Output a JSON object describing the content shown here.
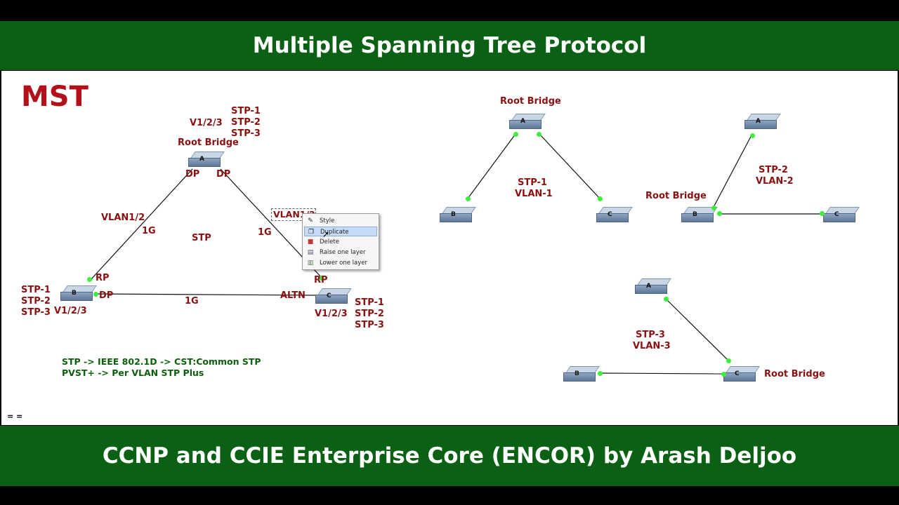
{
  "header": {
    "title": "Multiple Spanning Tree Protocol"
  },
  "footer": {
    "title": "CCNP and CCIE Enterprise Core (ENCOR) by Arash Deljoo"
  },
  "main": {
    "mst_label": "MST",
    "switches": {
      "a": "A",
      "b": "B",
      "c": "C"
    },
    "a_stp": [
      "STP-1",
      "STP-2",
      "STP-3"
    ],
    "a_vlans": "V1/2/3",
    "root_bridge": "Root Bridge",
    "dp": "DP",
    "rp": "RP",
    "altn": "ALTN",
    "link_ab_vlan": "VLAN1/2",
    "speed": "1G",
    "stp": "STP",
    "vlan_edit_value": "VLAN1/2",
    "b_stp": [
      "STP-1",
      "STP-2",
      "STP-3"
    ],
    "b_vlans": "V1/2/3",
    "c_stp": [
      "STP-1",
      "STP-2",
      "STP-3"
    ],
    "c_vlans": "V1/2/3",
    "notes": [
      "STP -> IEEE 802.1D -> CST:Common STP",
      "PVST+ -> Per VLAN STP Plus"
    ],
    "eq_mark": "= ="
  },
  "context_menu": {
    "items": [
      {
        "label": "Style",
        "icon": "style-icon"
      },
      {
        "label": "Duplicate",
        "icon": "duplicate-icon"
      },
      {
        "label": "Delete",
        "icon": "delete-icon"
      },
      {
        "label": "Raise one layer",
        "icon": "raise-layer-icon"
      },
      {
        "label": "Lower one layer",
        "icon": "lower-layer-icon"
      }
    ],
    "highlighted": "Duplicate"
  },
  "topologies": {
    "stp1": {
      "root": "Root Bridge",
      "stp": "STP-1",
      "vlan": "VLAN-1"
    },
    "stp2": {
      "root": "Root Bridge",
      "stp": "STP-2",
      "vlan": "VLAN-2"
    },
    "stp3": {
      "root": "Root Bridge",
      "stp": "STP-3",
      "vlan": "VLAN-3"
    }
  },
  "colors": {
    "header_bg": "#0b6113",
    "label": "#8b1010",
    "title": "#b3101a",
    "notes": "#0b5f0b",
    "port": "#3cf03c"
  }
}
